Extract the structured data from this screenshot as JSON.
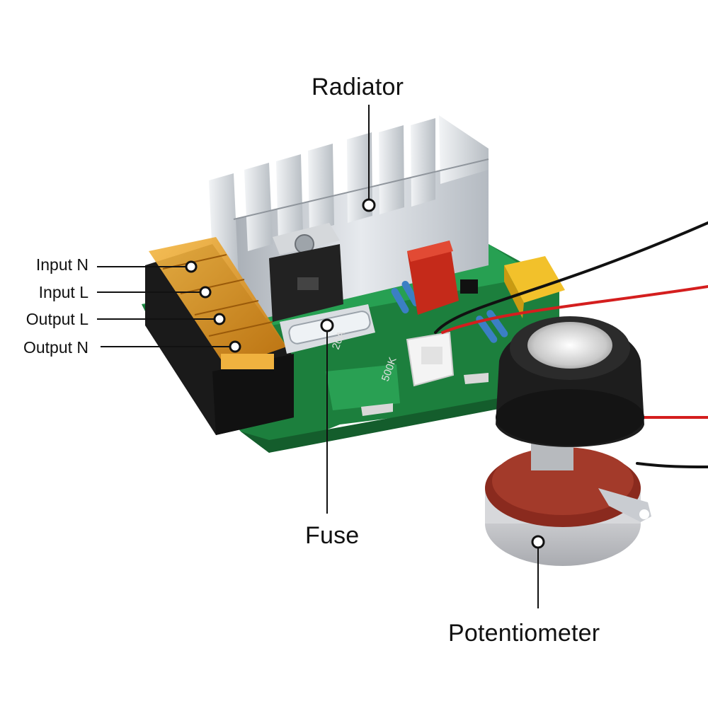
{
  "labels": {
    "radiator": "Radiator",
    "fuse": "Fuse",
    "potentiometer": "Potentiometer",
    "input_n": "Input N",
    "input_l": "Input L",
    "output_l": "Output L",
    "output_n": "Output N"
  },
  "board_marks": {
    "fuse_rating": "20A",
    "pot_value": "500K"
  },
  "colors": {
    "pcb": "#1f8f45",
    "heatsink": "#c9ced3",
    "terminal_cover": "#e89a1c",
    "capacitor": "#c52a1a",
    "knob": "#1d1d1d",
    "pot_body": "#8a2a1e"
  }
}
